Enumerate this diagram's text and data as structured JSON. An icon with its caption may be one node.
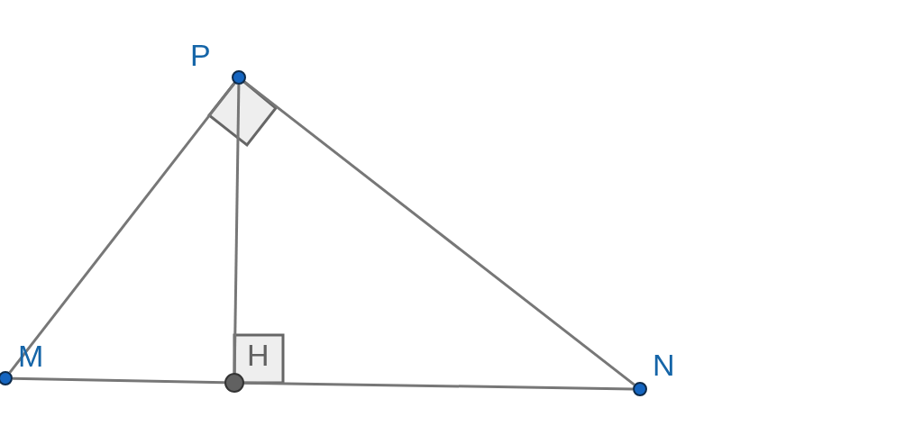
{
  "diagram": {
    "nodes": [
      {
        "text": [
          "P"
        ]
      },
      {
        "text": [
          "M"
        ]
      },
      {
        "text": [
          "H"
        ]
      },
      {
        "text": [
          "N"
        ]
      }
    ],
    "edges": [
      {
        "from": 0,
        "to": 1,
        "arrow": "none"
      },
      {
        "from": 0,
        "to": 3,
        "arrow": "none"
      },
      {
        "from": 0,
        "to": 2,
        "arrow": "none"
      },
      {
        "from": 1,
        "to": 2,
        "arrow": "none"
      },
      {
        "from": 2,
        "to": 3,
        "arrow": "none"
      }
    ]
  }
}
